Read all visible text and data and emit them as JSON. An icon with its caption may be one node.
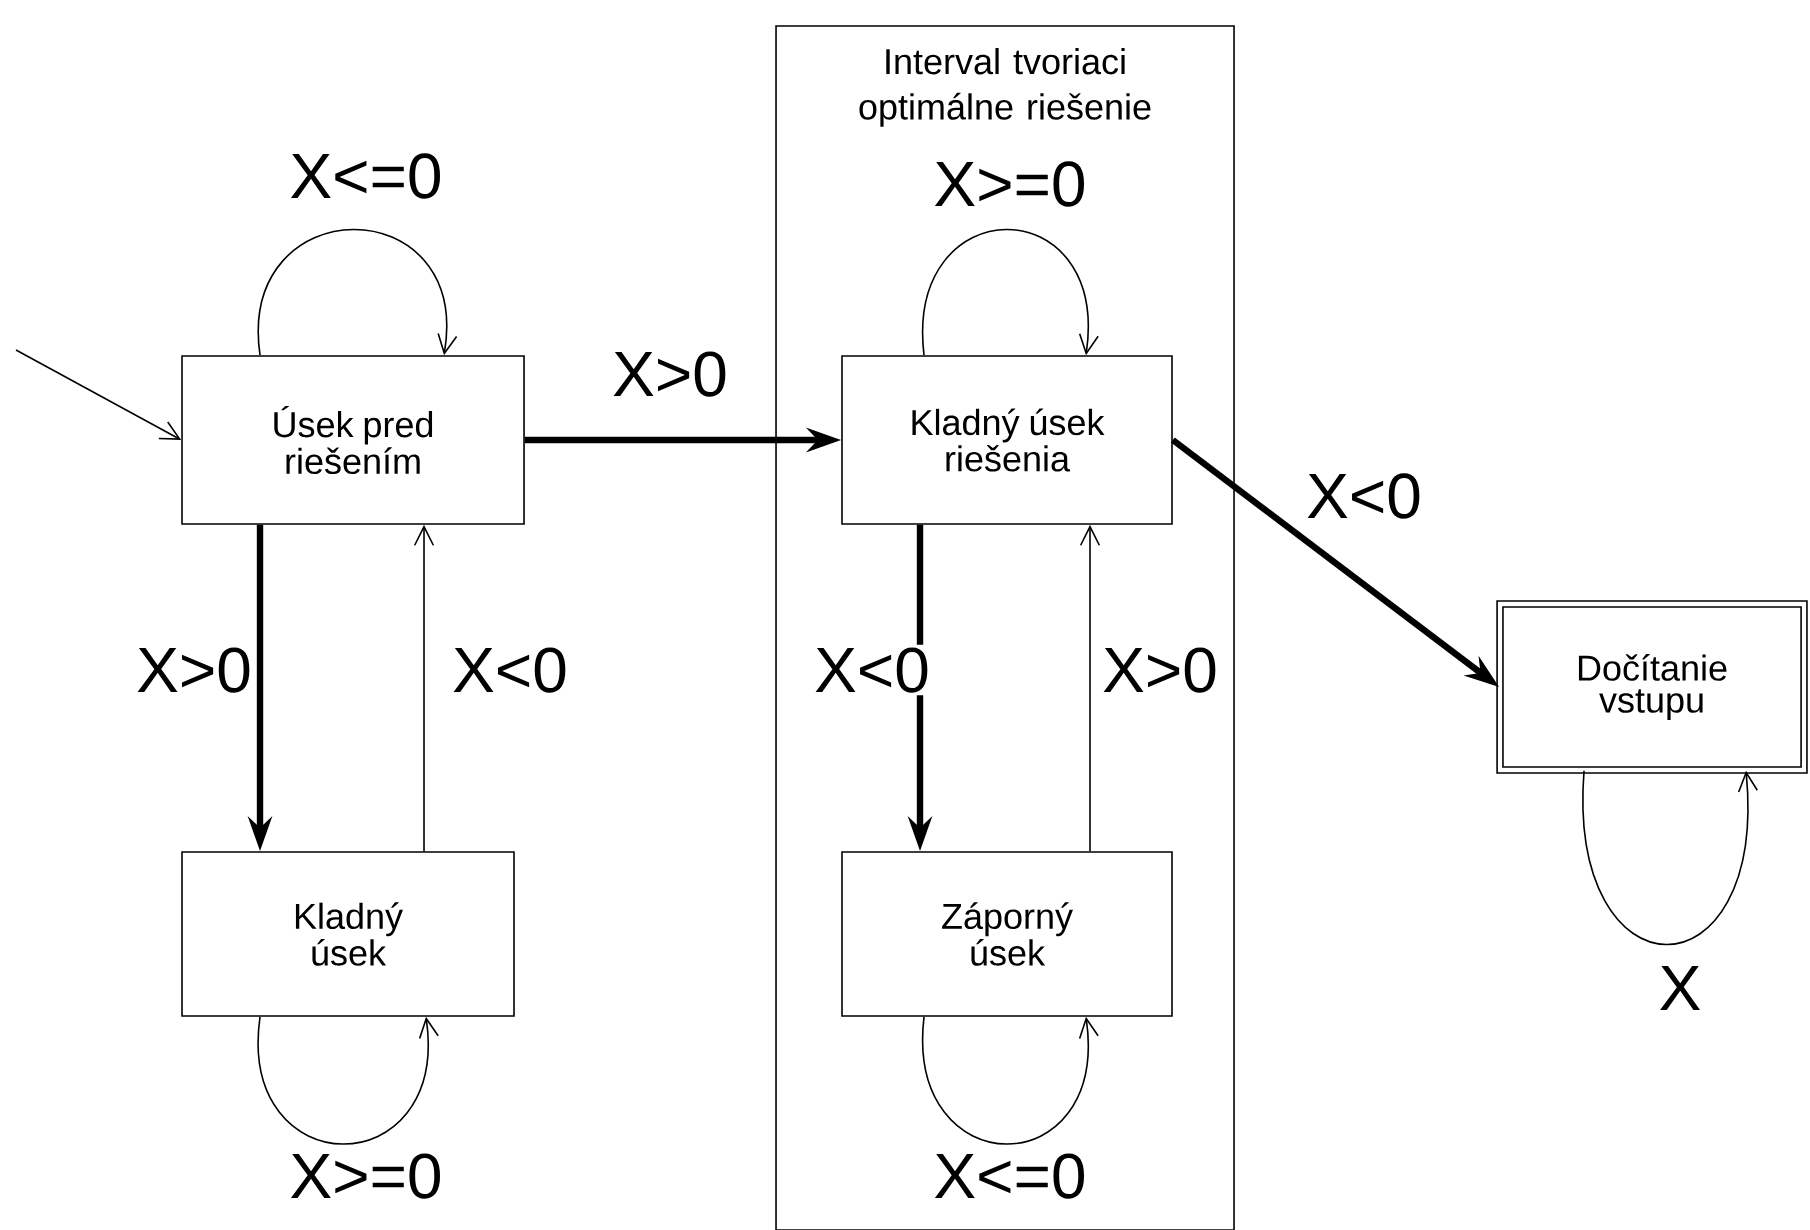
{
  "diagram": {
    "nodes": [
      {
        "text": [
          "Úsek pred riešením"
        ]
      },
      {
        "text": [
          "Interval tvoriaci optimálne riešenie"
        ]
      },
      {
        "text": [
          "Kladný úsek riešenia"
        ],
        "in": 1
      },
      {
        "text": [
          "Dočítanie vstupu"
        ]
      },
      {
        "text": [
          "Kladný úsek"
        ]
      },
      {
        "text": [
          "Záporný úsek"
        ],
        "in": 1
      }
    ],
    "edges": [
      {
        "from": null,
        "to": 0,
        "arrow": "to"
      },
      {
        "from": 0,
        "to": 0,
        "arrow": "to",
        "label": "X<=0"
      },
      {
        "from": 0,
        "to": 2,
        "arrow": "to",
        "label": "X>0",
        "style": "thick"
      },
      {
        "from": 0,
        "to": 4,
        "arrow": "to",
        "label": "X>0",
        "style": "thick"
      },
      {
        "from": 4,
        "to": 0,
        "arrow": "to",
        "label": "X<0"
      },
      {
        "from": 4,
        "to": 4,
        "arrow": "to",
        "label": "X>=0"
      },
      {
        "from": 2,
        "to": 2,
        "arrow": "to",
        "label": "X>=0"
      },
      {
        "from": 2,
        "to": 3,
        "arrow": "to",
        "label": "X<0",
        "style": "thick"
      },
      {
        "from": 2,
        "to": 5,
        "arrow": "to",
        "label": "X<0",
        "style": "thick"
      },
      {
        "from": 5,
        "to": 2,
        "arrow": "to",
        "label": "X>0"
      },
      {
        "from": 5,
        "to": 5,
        "arrow": "to",
        "label": "X<=0"
      },
      {
        "from": 3,
        "to": 3,
        "arrow": "to",
        "label": "X"
      }
    ]
  }
}
